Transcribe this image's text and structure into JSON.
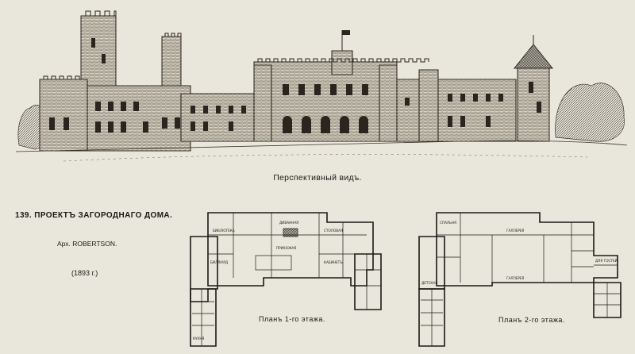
{
  "perspective_caption": "Перспективный видъ.",
  "project": {
    "title": "139. ПРОЕКТЪ ЗАГОРОДНАГО ДОМА.",
    "architect": "Арх. ROBERTSON.",
    "year": "(1893 г.)"
  },
  "plans": {
    "first": {
      "caption": "Планъ 1-го этажа.",
      "rooms": {
        "drawing": "ДИВАННАЯ",
        "dining": "СТОЛОВАЯ",
        "library": "БИБЛІОТЕКА",
        "hall": "ПРИХОЖАЯ",
        "study": "КАБИНЕТЪ",
        "billiard": "БИЛЛІАРД",
        "kitchen": "КУХНЯ"
      }
    },
    "second": {
      "caption": "Планъ 2-го этажа.",
      "rooms": {
        "gallery_top": "ГАЛЛЕРЕЯ",
        "gallery_bottom": "ГАЛЛЕРЕЯ",
        "bedroom": "СПАЛЬНЯ",
        "nursery": "ДЕТСКАЯ",
        "guests": "ДЛЯ ГОСТЕЙ"
      }
    }
  }
}
